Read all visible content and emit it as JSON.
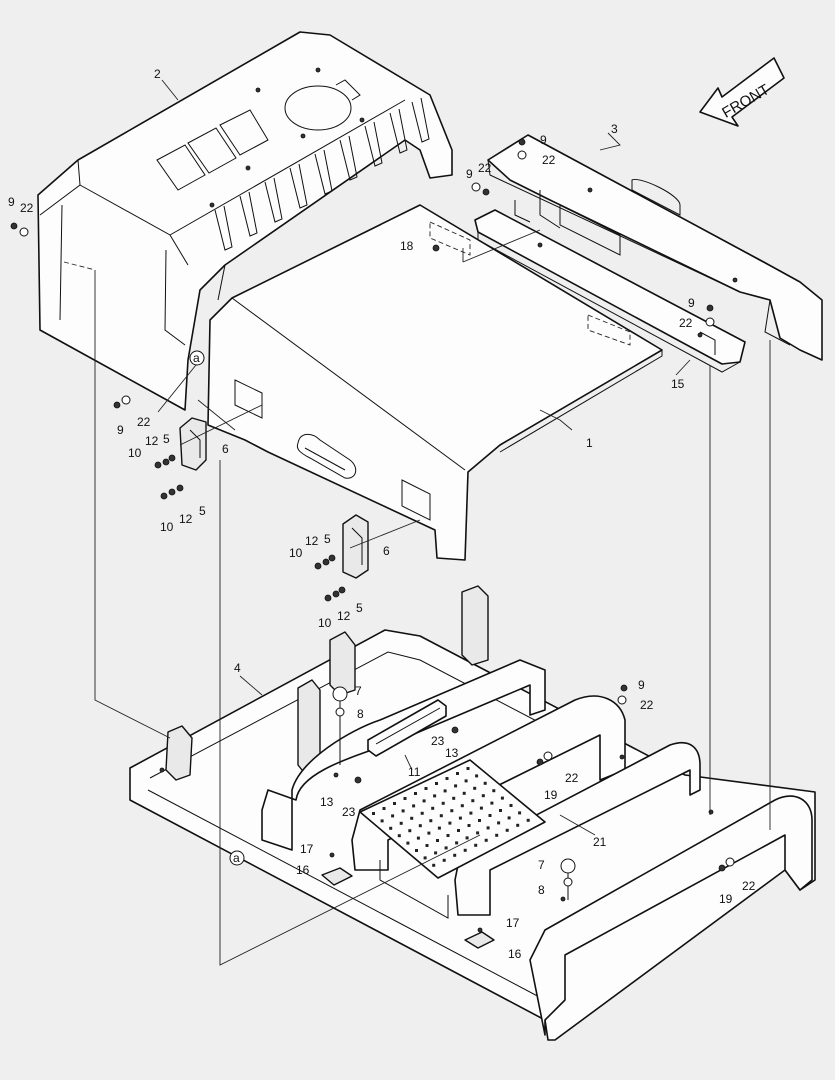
{
  "direction_label": "FRONT",
  "callouts": {
    "c1": "1",
    "c2": "2",
    "c3": "3",
    "c4": "4",
    "c5a": "5",
    "c5b": "5",
    "c5c": "5",
    "c5d": "5",
    "c6a": "6",
    "c6b": "6",
    "c7a": "7",
    "c7b": "7",
    "c8a": "8",
    "c8b": "8",
    "c9a": "9",
    "c9b": "9",
    "c9c": "9",
    "c9d": "9",
    "c9e": "9",
    "c9f": "9",
    "c10a": "10",
    "c10b": "10",
    "c10c": "10",
    "c10d": "10",
    "c11": "11",
    "c12a": "12",
    "c12b": "12",
    "c12c": "12",
    "c12d": "12",
    "c13a": "13",
    "c13b": "13",
    "c15": "15",
    "c16a": "16",
    "c16b": "16",
    "c17a": "17",
    "c17b": "17",
    "c18": "18",
    "c19a": "19",
    "c19b": "19",
    "c21": "21",
    "c22a": "22",
    "c22b": "22",
    "c22c": "22",
    "c22d": "22",
    "c22e": "22",
    "c22f": "22",
    "c22g": "22",
    "c23a": "23",
    "c23b": "23",
    "ref_a1": "a",
    "ref_a2": "a"
  }
}
